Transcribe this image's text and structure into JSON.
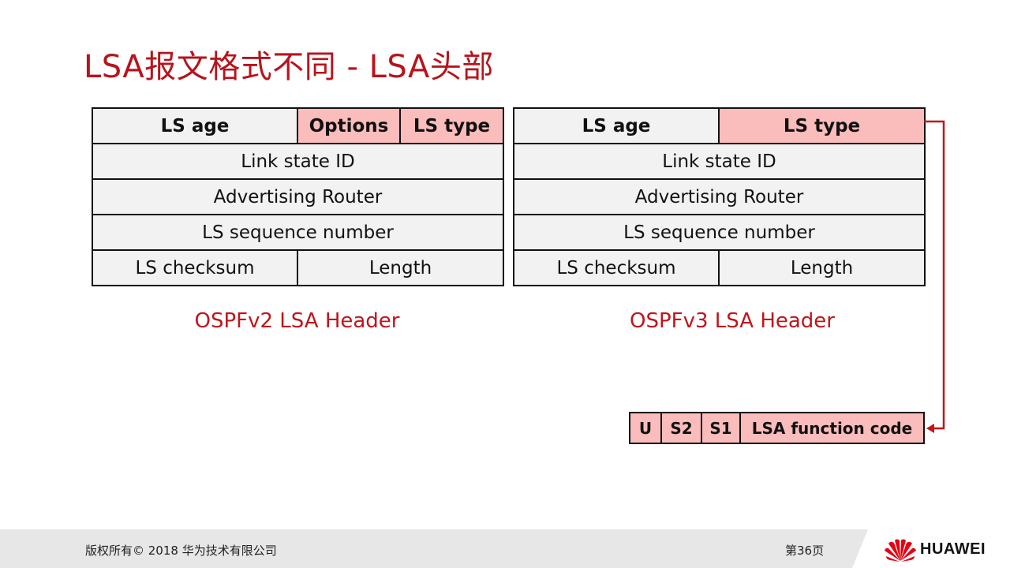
{
  "slide": {
    "title": "LSA报文格式不同 - LSA头部"
  },
  "ospfv2": {
    "caption": "OSPFv2 LSA Header",
    "ls_age": "LS age",
    "options": "Options",
    "ls_type": "LS type",
    "link_state_id": "Link state ID",
    "advertising_router": "Advertising Router",
    "ls_sequence_number": "LS sequence number",
    "ls_checksum": "LS checksum",
    "length": "Length"
  },
  "ospfv3": {
    "caption": "OSPFv3 LSA Header",
    "ls_age": "LS age",
    "ls_type": "LS type",
    "link_state_id": "Link state ID",
    "advertising_router": "Advertising Router",
    "ls_sequence_number": "LS sequence number",
    "ls_checksum": "LS checksum",
    "length": "Length"
  },
  "ls_type_fields": {
    "u": "U",
    "s2": "S2",
    "s1": "S1",
    "function_code": "LSA function code"
  },
  "footer": {
    "copyright": "版权所有© 2018 华为技术有限公司",
    "page": "第36页",
    "brand": "HUAWEI"
  },
  "colors": {
    "title": "#b7141c",
    "highlight_fill": "#fbbcbc",
    "cell_fill": "#f2f2f2",
    "connector": "#c0151c",
    "footer_bg": "#e7e7e7"
  }
}
